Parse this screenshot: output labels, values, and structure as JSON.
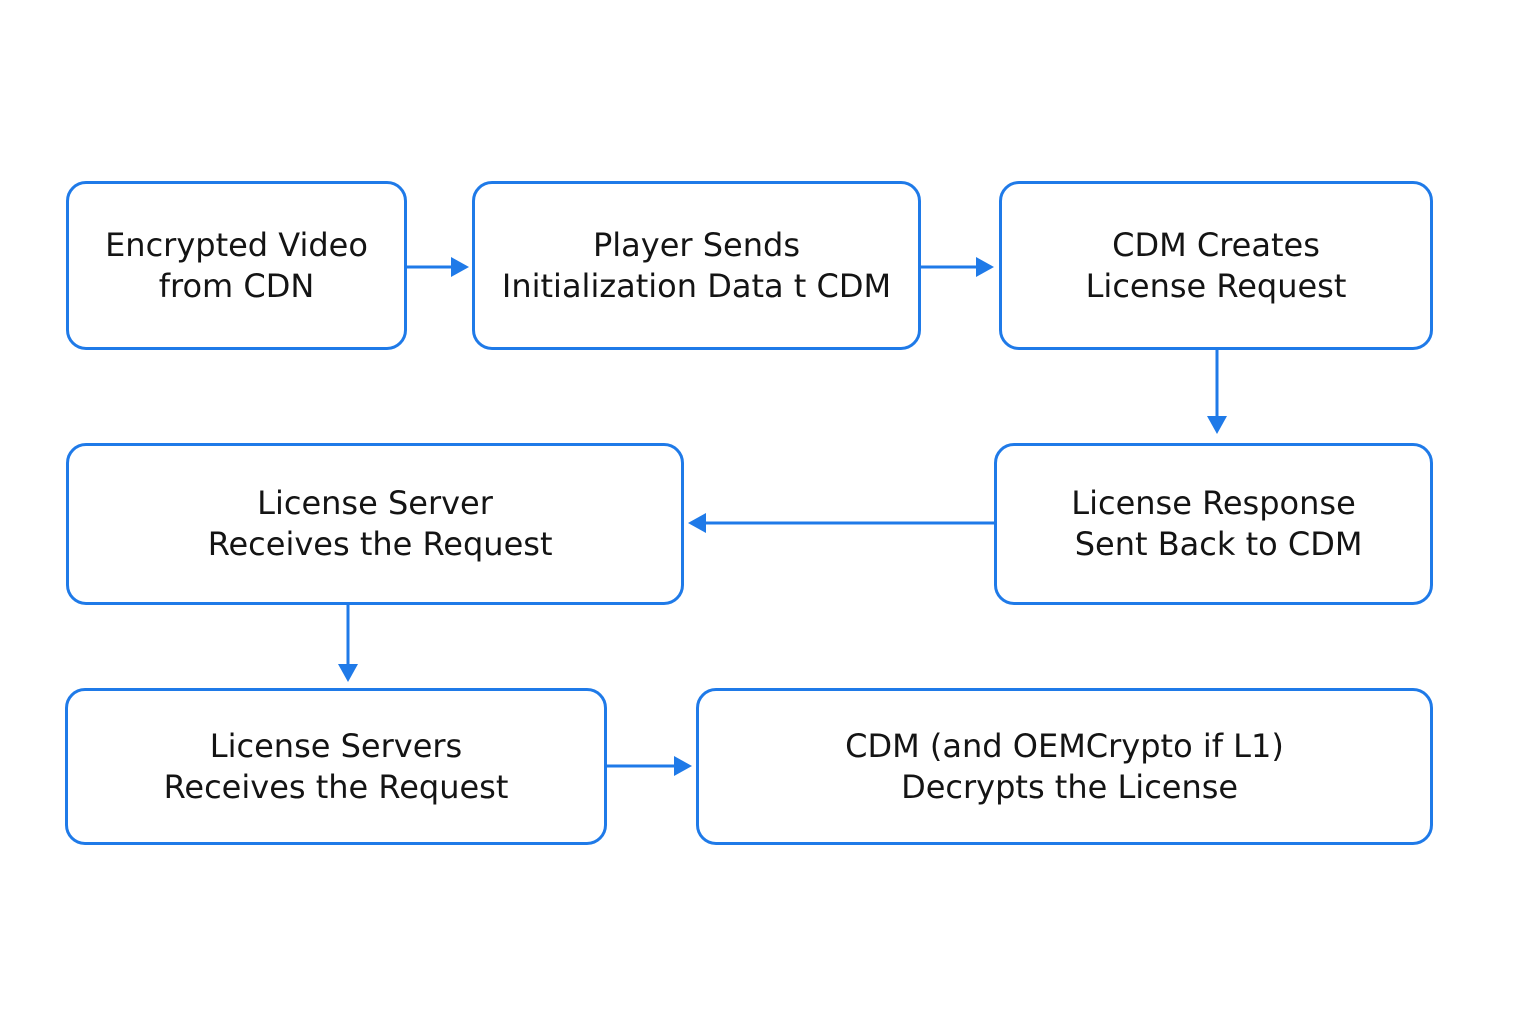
{
  "diagram": {
    "accent_color": "#1f7ae8",
    "nodes": [
      {
        "id": "encrypted-video",
        "lines": [
          "Encrypted Video",
          "from CDN"
        ]
      },
      {
        "id": "player-sends",
        "lines": [
          "Player Sends",
          "Initialization Data t CDM"
        ]
      },
      {
        "id": "cdm-creates",
        "lines": [
          "CDM Creates",
          "License Request"
        ]
      },
      {
        "id": "license-response",
        "lines": [
          "License Response",
          " Sent Back to CDM"
        ]
      },
      {
        "id": "license-server",
        "lines": [
          "License Server",
          " Receives the Request"
        ]
      },
      {
        "id": "license-servers",
        "lines": [
          "License Servers",
          "Receives the Request"
        ]
      },
      {
        "id": "cdm-decrypts",
        "lines": [
          "CDM (and OEMCrypto if L1)",
          " Decrypts the License"
        ]
      }
    ],
    "edges": [
      {
        "from": "encrypted-video",
        "to": "player-sends"
      },
      {
        "from": "player-sends",
        "to": "cdm-creates"
      },
      {
        "from": "cdm-creates",
        "to": "license-response"
      },
      {
        "from": "license-response",
        "to": "license-server"
      },
      {
        "from": "license-server",
        "to": "license-servers"
      },
      {
        "from": "license-servers",
        "to": "cdm-decrypts"
      }
    ]
  }
}
